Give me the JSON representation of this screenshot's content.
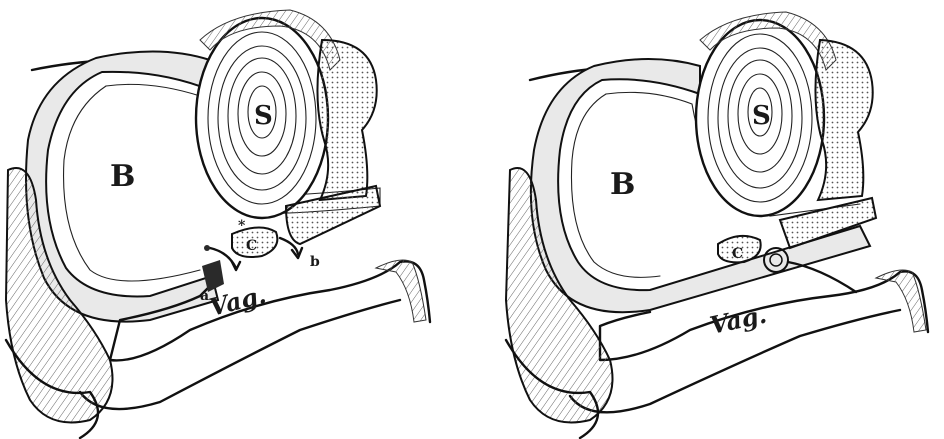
{
  "panels": [
    {
      "id": "left",
      "labels": {
        "bladder": "B",
        "stomach": "S",
        "vagina": "Vag.",
        "mark_a": "a",
        "mark_b": "b",
        "mark_c": "C"
      }
    },
    {
      "id": "right",
      "labels": {
        "bladder": "B",
        "stomach": "S",
        "vagina": "Vag.",
        "mark_c": "C"
      }
    }
  ],
  "colors": {
    "ink": "#111111",
    "paper": "#ffffff",
    "wall_fill": "#e9e9e9"
  }
}
